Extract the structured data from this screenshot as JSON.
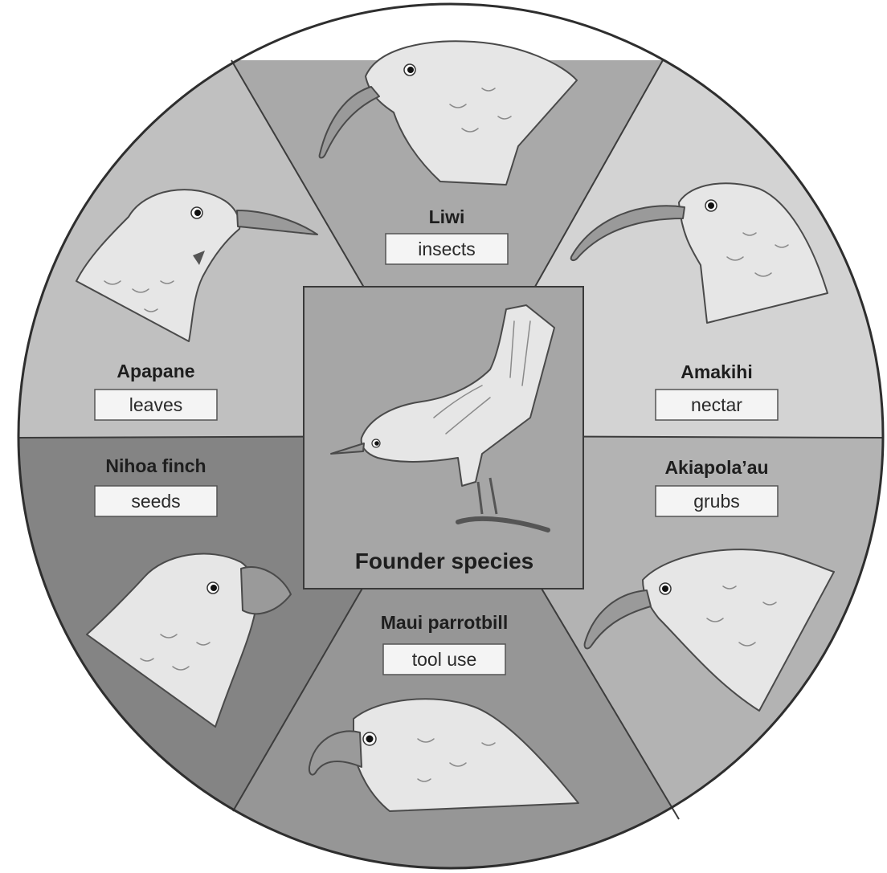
{
  "founder": {
    "label": "Founder species"
  },
  "species": [
    {
      "id": "liwi",
      "name": "Liwi",
      "diet": "insects"
    },
    {
      "id": "amakihi",
      "name": "Amakihi",
      "diet": "nectar"
    },
    {
      "id": "akiapolaau",
      "name": "Akiapola’au",
      "diet": "grubs"
    },
    {
      "id": "maui-parrotbill",
      "name": "Maui parrotbill",
      "diet": "tool use"
    },
    {
      "id": "nihoa-finch",
      "name": "Nihoa finch",
      "diet": "seeds"
    },
    {
      "id": "apapane",
      "name": "Apapane",
      "diet": "leaves"
    }
  ],
  "colors": {
    "liwi": "#a9a9a9",
    "amakihi": "#d3d3d3",
    "akiapolaau": "#b3b3b3",
    "maui-parrotbill": "#969696",
    "nihoa-finch": "#848484",
    "apapane": "#c0c0c0",
    "founder_bg": "#a6a6a6",
    "bird_fill": "#e6e6e6",
    "beak": "#9a9a9a",
    "outline": "#4a4a4a"
  }
}
